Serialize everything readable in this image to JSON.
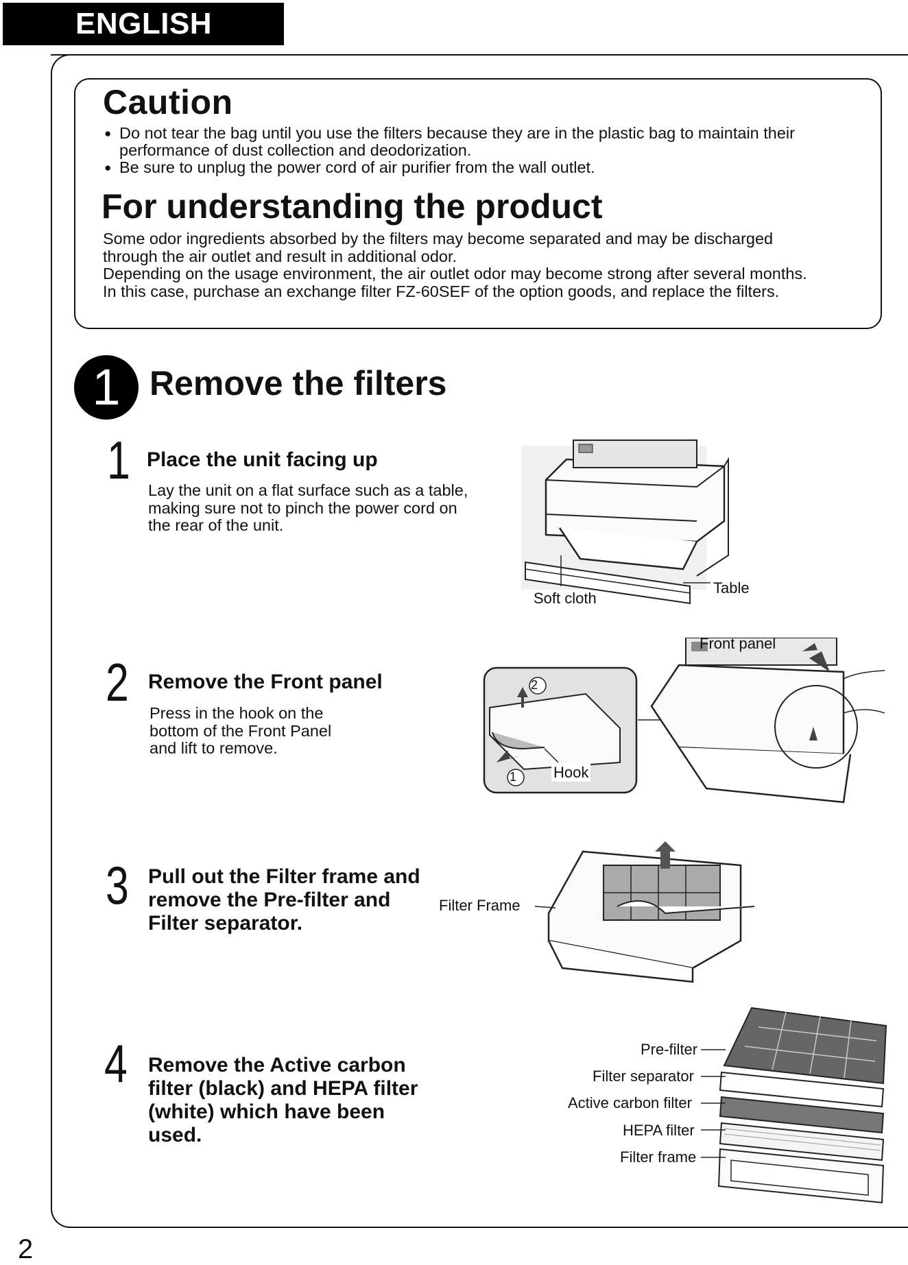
{
  "header": {
    "language_tab": "ENGLISH"
  },
  "caution": {
    "title": "Caution",
    "bullets": [
      "Do not tear the bag until you use the filters because they are in the plastic bag to maintain their performance of dust collection and deodorization.",
      "Be sure to unplug the power cord of air purifier from the wall outlet."
    ]
  },
  "understanding": {
    "title": "For understanding the product",
    "lines": [
      "Some odor ingredients absorbed by the filters may become separated and may be discharged",
      "through the air outlet and result in additional odor.",
      "Depending on the usage environment, the air outlet odor may become strong after several months.",
      "In this case, purchase an exchange filter FZ-60SEF of the option goods, and replace the filters."
    ]
  },
  "section": {
    "number": "1",
    "title": "Remove the filters"
  },
  "steps": [
    {
      "number": "1",
      "title": "Place the unit facing up",
      "body": "Lay the unit on a flat surface such as a table, making sure not to pinch the power cord on the rear of the unit.",
      "labels": {
        "soft_cloth": "Soft cloth",
        "table": "Table"
      }
    },
    {
      "number": "2",
      "title": "Remove the Front panel",
      "body": "Press in the hook on the bottom of the Front Panel and lift to remove.",
      "labels": {
        "front_panel": "Front panel",
        "hook": "Hook",
        "marker_1": "1",
        "marker_2": "2"
      }
    },
    {
      "number": "3",
      "title": "Pull out the Filter frame and remove the Pre-filter and Filter separator.",
      "labels": {
        "filter_frame": "Filter Frame"
      }
    },
    {
      "number": "4",
      "title": "Remove the Active carbon filter (black) and HEPA filter (white) which have been used.",
      "labels": {
        "pre_filter": "Pre-filter",
        "filter_separator": "Filter separator",
        "active_carbon_filter": "Active carbon filter",
        "hepa_filter": "HEPA filter",
        "filter_frame": "Filter frame"
      }
    }
  ],
  "footer": {
    "page_number": "2"
  }
}
